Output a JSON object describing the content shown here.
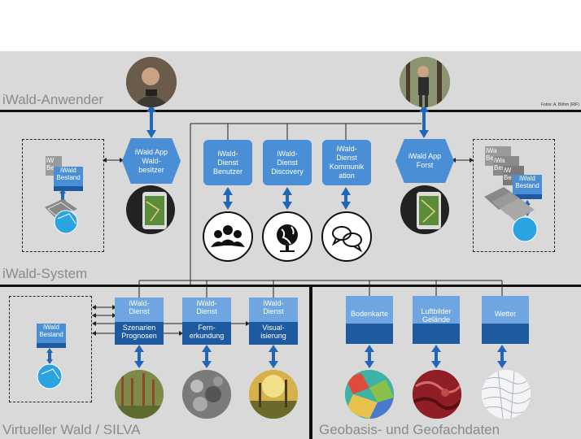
{
  "sections": {
    "anwender": "iWald-Anwender",
    "system": "iWald-System",
    "virtueller_wald": "Virtueller Wald / SILVA",
    "geobasis": "Geobasis- und Geofachdaten"
  },
  "photo_credit": "Fotos: A. Böhm (RIF)",
  "apps": {
    "waldbesitzer": "iWald App\nWald-\nbesitzer",
    "forst": "iWald App\nForst"
  },
  "dienste": {
    "benutzer": "iWald-\nDienst\nBenutzer",
    "discovery": "iWald-\nDienst\nDiscovery",
    "kommunikation": "iWald-\nDienst\nKommunik\nation"
  },
  "virtual_services": {
    "szenarien": {
      "top": "iWald-\nDienst",
      "bottom": "Szenarien\nPrognosen"
    },
    "fernerkundung": {
      "top": "iWald-\nDienst",
      "bottom": "Fern-\nerkundung"
    },
    "visualisierung": {
      "top": "iWald-\nDienst",
      "bottom": "Visual-\nisierung"
    }
  },
  "geo_services": {
    "bodenkarte": "Bodenkarte",
    "luftbilder": "Luftbilder\nGelände",
    "wetter": "Wetter"
  },
  "bestand": {
    "short": "iWald\nBestand",
    "partial_left": "iW\nBe",
    "partial_right_1": "iWa\nBes",
    "partial_right_2": "iWa\nBes",
    "partial_right_3": "iW\nBe"
  },
  "colors": {
    "band": "#d9d9d9",
    "blue": "#4a8fd6",
    "blue_light": "#6fa5e0",
    "blue_dark": "#1d5aa0",
    "arrow": "#2266b8"
  }
}
